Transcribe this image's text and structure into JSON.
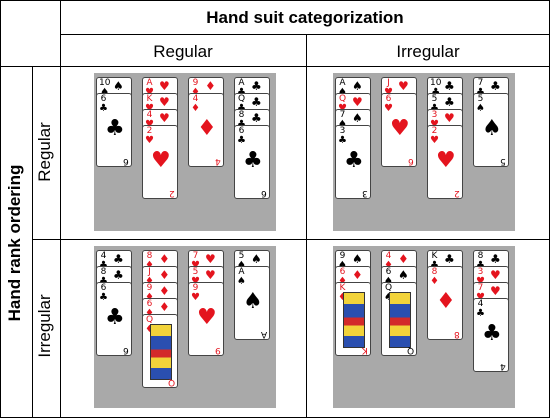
{
  "header": {
    "top_title": "Hand suit categorization",
    "col_regular": "Regular",
    "col_irregular": "Irregular",
    "side_title": "Hand rank ordering",
    "row_regular": "Regular",
    "row_irregular": "Irregular"
  },
  "colors": {
    "felt": "#a9a9a9",
    "red_suit": "#e4141e",
    "black_suit": "#000000"
  },
  "panels": [
    {
      "name": "regular-rank-regular-suit",
      "columns": [
        {
          "cards": [
            {
              "rank": "10",
              "suit": "♠"
            },
            {
              "rank": "6",
              "suit": "♣"
            }
          ]
        },
        {
          "cards": [
            {
              "rank": "A",
              "suit": "♥"
            },
            {
              "rank": "K",
              "suit": "♥"
            },
            {
              "rank": "4",
              "suit": "♥"
            },
            {
              "rank": "2",
              "suit": "♥"
            }
          ]
        },
        {
          "cards": [
            {
              "rank": "9",
              "suit": "♦"
            },
            {
              "rank": "4",
              "suit": "♦"
            }
          ]
        },
        {
          "cards": [
            {
              "rank": "A",
              "suit": "♣"
            },
            {
              "rank": "Q",
              "suit": "♣"
            },
            {
              "rank": "8",
              "suit": "♣"
            },
            {
              "rank": "6",
              "suit": "♣"
            }
          ]
        }
      ]
    },
    {
      "name": "regular-rank-irregular-suit",
      "columns": [
        {
          "cards": [
            {
              "rank": "A",
              "suit": "♠"
            },
            {
              "rank": "Q",
              "suit": "♥"
            },
            {
              "rank": "7",
              "suit": "♠"
            },
            {
              "rank": "3",
              "suit": "♣"
            }
          ]
        },
        {
          "cards": [
            {
              "rank": "J",
              "suit": "♥"
            },
            {
              "rank": "6",
              "suit": "♥"
            }
          ]
        },
        {
          "cards": [
            {
              "rank": "10",
              "suit": "♣"
            },
            {
              "rank": "5",
              "suit": "♣"
            },
            {
              "rank": "3",
              "suit": "♥"
            },
            {
              "rank": "2",
              "suit": "♥"
            }
          ]
        },
        {
          "cards": [
            {
              "rank": "7",
              "suit": "♣"
            },
            {
              "rank": "5",
              "suit": "♠"
            }
          ]
        }
      ]
    },
    {
      "name": "irregular-rank-regular-suit",
      "columns": [
        {
          "cards": [
            {
              "rank": "4",
              "suit": "♣"
            },
            {
              "rank": "8",
              "suit": "♣"
            },
            {
              "rank": "6",
              "suit": "♣"
            }
          ]
        },
        {
          "cards": [
            {
              "rank": "8",
              "suit": "♦"
            },
            {
              "rank": "J",
              "suit": "♦"
            },
            {
              "rank": "9",
              "suit": "♦"
            },
            {
              "rank": "6",
              "suit": "♦"
            },
            {
              "rank": "Q",
              "suit": "♦"
            }
          ]
        },
        {
          "cards": [
            {
              "rank": "7",
              "suit": "♥"
            },
            {
              "rank": "5",
              "suit": "♥"
            },
            {
              "rank": "9",
              "suit": "♥"
            }
          ]
        },
        {
          "cards": [
            {
              "rank": "5",
              "suit": "♠"
            },
            {
              "rank": "A",
              "suit": "♠"
            }
          ]
        }
      ]
    },
    {
      "name": "irregular-rank-irregular-suit",
      "columns": [
        {
          "cards": [
            {
              "rank": "9",
              "suit": "♠"
            },
            {
              "rank": "6",
              "suit": "♦"
            },
            {
              "rank": "K",
              "suit": "♦"
            }
          ]
        },
        {
          "cards": [
            {
              "rank": "4",
              "suit": "♦"
            },
            {
              "rank": "6",
              "suit": "♠"
            },
            {
              "rank": "Q",
              "suit": "♠"
            }
          ]
        },
        {
          "cards": [
            {
              "rank": "K",
              "suit": "♣"
            },
            {
              "rank": "8",
              "suit": "♦"
            }
          ]
        },
        {
          "cards": [
            {
              "rank": "8",
              "suit": "♣"
            },
            {
              "rank": "3",
              "suit": "♥"
            },
            {
              "rank": "7",
              "suit": "♥"
            },
            {
              "rank": "4",
              "suit": "♣"
            }
          ]
        }
      ]
    }
  ]
}
